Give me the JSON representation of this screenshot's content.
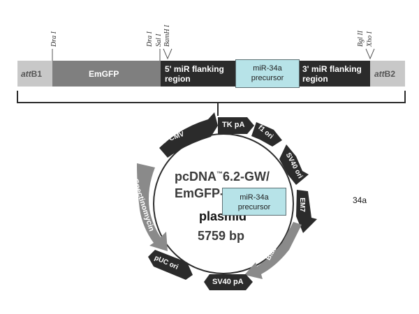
{
  "cassette": {
    "segments": [
      {
        "id": "attb1",
        "label_italic": "att",
        "label_rest": "B1"
      },
      {
        "id": "emgfp",
        "label": "EmGFP"
      },
      {
        "id": "flank5",
        "label_line1": "5' miR flanking",
        "label_line2": "region"
      },
      {
        "id": "flank3",
        "label_line1": "3' miR flanking",
        "label_line2": "region"
      },
      {
        "id": "attb2",
        "label_italic": "att",
        "label_rest": "B2"
      }
    ],
    "insert_box": {
      "line1": "miR-34a",
      "line2": "precursor"
    },
    "sites": [
      "Dra I",
      "Dra I",
      "Sal I",
      "BamH I",
      "Bgl II",
      "Xho I"
    ]
  },
  "plasmid": {
    "name_line1": "pcDNA",
    "tm": "™",
    "name_line1b": "6.2-GW/",
    "name_line2": "EmGFP-",
    "name_line3": "plasmid",
    "size": "5759 bp",
    "overlay_box": {
      "line1": "miR-34a",
      "line2": "precursor"
    },
    "features": [
      {
        "id": "pcmv",
        "label_main": "P",
        "label_sub": "CMV"
      },
      {
        "id": "tkpa",
        "label": "TK pA"
      },
      {
        "id": "f1ori",
        "label": "f1 ori"
      },
      {
        "id": "sv40ori",
        "label": "SV40 ori"
      },
      {
        "id": "em7",
        "label": "EM7"
      },
      {
        "id": "blasticidin",
        "label": "Blasticidin"
      },
      {
        "id": "sv40pa",
        "label": "SV40 pA"
      },
      {
        "id": "puc",
        "label": "pUC ori"
      },
      {
        "id": "spec",
        "label": "Spectinomycin"
      }
    ]
  },
  "side_label": "34a",
  "colors": {
    "dark": "#2b2b2b",
    "gray": "#8a8a8a",
    "light": "#c8c8c8",
    "box": "#b7e3e8"
  }
}
